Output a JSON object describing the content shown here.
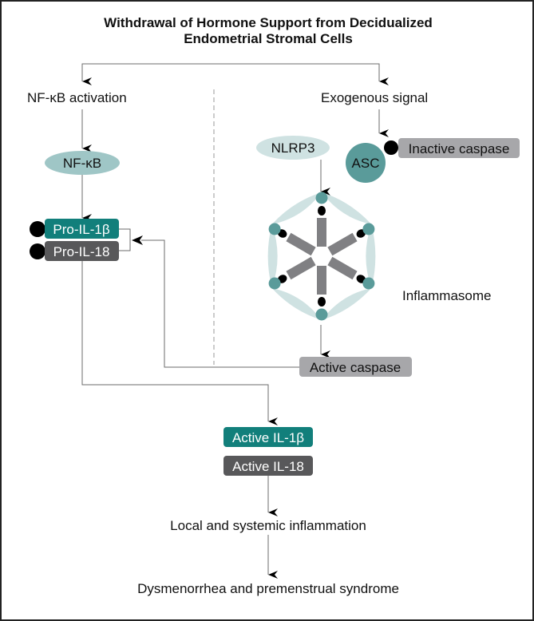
{
  "title": {
    "line1": "Withdrawal of Hormone Support from Decidualized",
    "line2": "Endometrial Stromal Cells"
  },
  "labels": {
    "nfkb_activation": "NF-κB activation",
    "exogenous_signal": "Exogenous signal",
    "inflammasome": "Inflammasome",
    "local_inflammation": "Local and systemic inflammation",
    "outcome": "Dysmenorrhea and premenstrual syndrome"
  },
  "nodes": {
    "nfkb": "NF-κB",
    "nlrp3": "NLRP3",
    "asc": "ASC",
    "inactive_caspase": "Inactive caspase",
    "pro_il1b": "Pro-IL-1β",
    "pro_il18": "Pro-IL-18",
    "active_caspase": "Active caspase",
    "active_il1b": "Active IL-1β",
    "active_il18": "Active IL-18"
  },
  "colors": {
    "teal_dark": "#127f7b",
    "teal_mid": "#5a9b9a",
    "teal_light": "#9fc6c6",
    "teal_pale": "#cfe2e2",
    "gray_dark": "#58585a",
    "gray_mid": "#a7a7aa",
    "gray_bar": "#808083",
    "line": "#6b6b6b"
  }
}
